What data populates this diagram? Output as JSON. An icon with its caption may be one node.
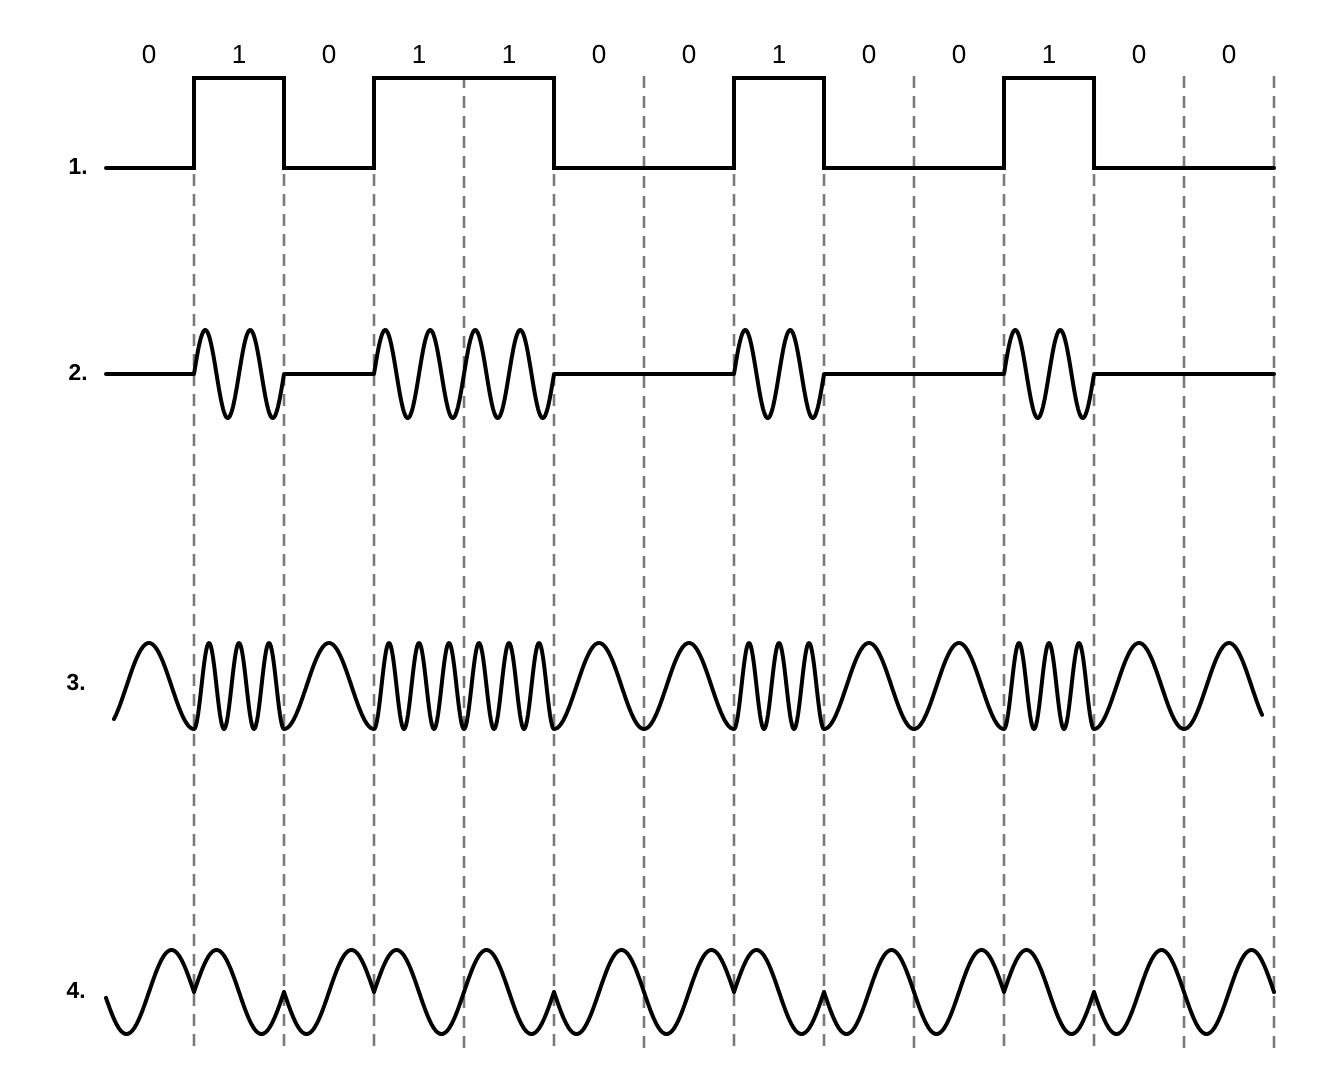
{
  "diagram": {
    "labels": [
      "0",
      "1",
      "0",
      "1",
      "1",
      "0",
      "0",
      "1",
      "0",
      "0",
      "1",
      "0",
      "0",
      "1.",
      "2.",
      "3.",
      "4."
    ]
  }
}
